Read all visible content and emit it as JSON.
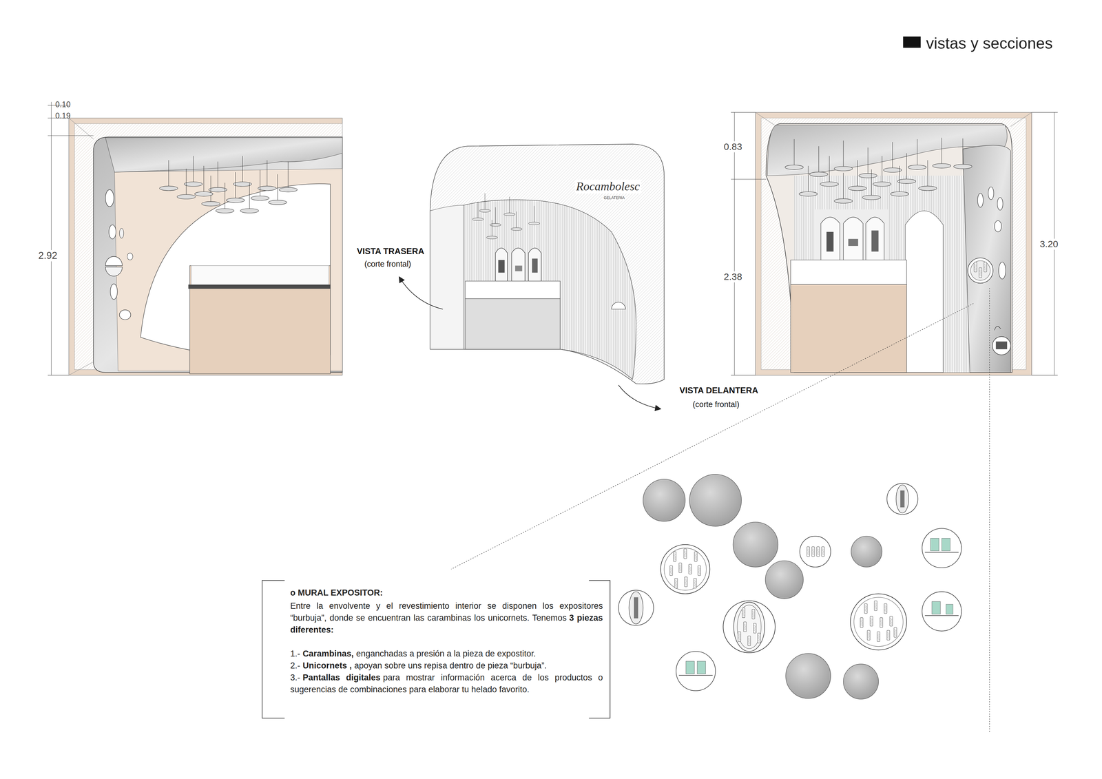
{
  "diagram": {
    "title": "vistas y secciones",
    "labels": [
      "0.10",
      "0.19",
      "2.92",
      "Rocambolesc",
      "GELATERIA",
      "VISTA TRASERA",
      "(corte frontal)",
      "VISTA DELANTERA",
      "(corte frontal)",
      "0.83",
      "2.38",
      "3.20",
      "o MURAL EXPOSITOR:",
      "Entre la envolvente y el revestimiento interior se disponen los expositores “burbuja”, donde se encuentran las carambinas los unicornets. Tenemos",
      "3 piezas diferentes:",
      "1.-",
      "Carambinas,",
      "enganchadas a presión a la pieza de expostitor.",
      "2.-",
      "Unicornets ,",
      "apoyan sobre uns repisa dentro de pieza “burbuja”.",
      "3.-",
      "Pantallas digitales",
      "para mostrar información acerca de los productos o sugerencias de combinaciones para elaborar tu helado favorito."
    ]
  }
}
